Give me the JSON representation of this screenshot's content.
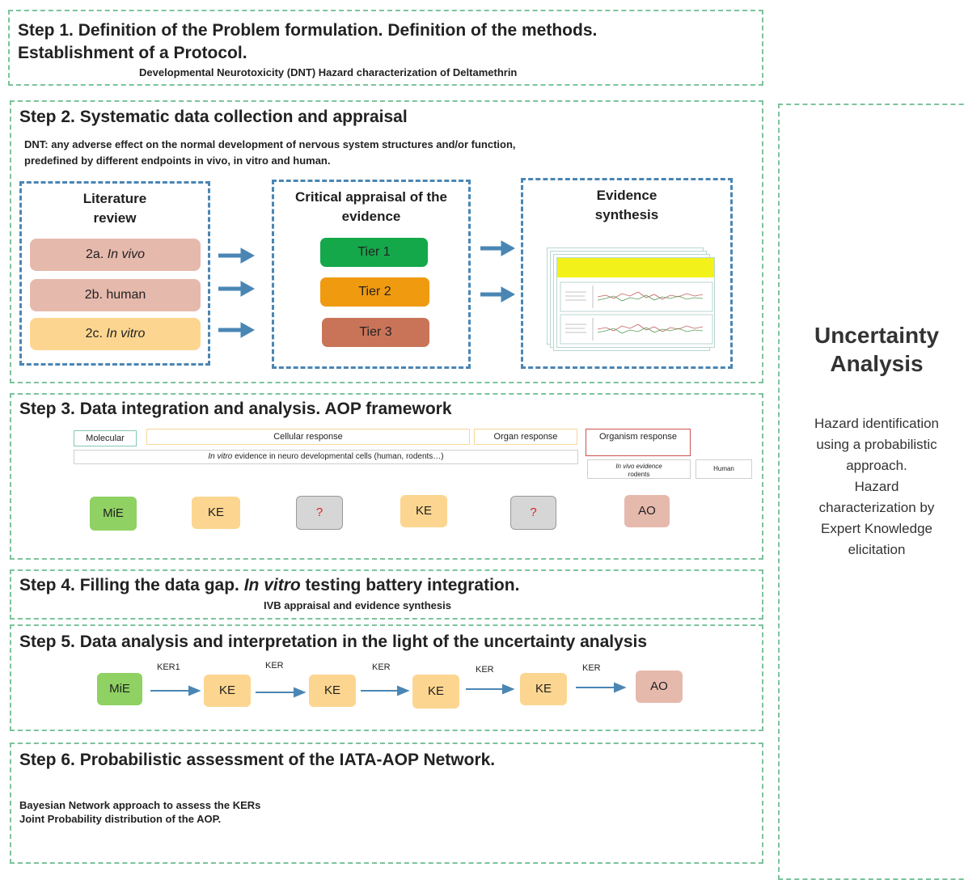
{
  "step1": {
    "title_line1": "Step 1. Definition of the Problem formulation. Definition of the methods.",
    "title_line2": "Establishment of a Protocol.",
    "subtitle": "Developmental Neurotoxicity (DNT) Hazard characterization of Deltamethrin"
  },
  "step2": {
    "title": "Step 2. Systematic data collection and appraisal",
    "desc_line1": "DNT: any adverse effect on the normal development of nervous system structures and/or function,",
    "desc_line2": "predefined by different endpoints in vivo, in vitro and human.",
    "literature": {
      "title_line1": "Literature",
      "title_line2": "review",
      "items": [
        {
          "prefix": "2a. ",
          "label": "In vivo",
          "color": "#e6b9ad"
        },
        {
          "prefix": "2b. ",
          "label": "human",
          "color": "#e6b9ad"
        },
        {
          "prefix": "2c. ",
          "label": "In vitro",
          "color": "#fcd690"
        }
      ]
    },
    "appraisal": {
      "title_line1": "Critical appraisal of the",
      "title_line2": "evidence",
      "tiers": [
        {
          "label": "Tier 1",
          "color": "#14a84a"
        },
        {
          "label": "Tier 2",
          "color": "#f09a10"
        },
        {
          "label": "Tier 3",
          "color": "#c97459"
        }
      ]
    },
    "synthesis": {
      "title_line1": "Evidence",
      "title_line2": "synthesis"
    }
  },
  "step3": {
    "title": "Step 3. Data integration and analysis. AOP framework",
    "headers": {
      "molecular": "Molecular",
      "cellular": "Cellular response",
      "organ": "Organ response",
      "organism": "Organism response",
      "in_vitro_prefix": "In vitro",
      "in_vitro_rest": " evidence in neuro developmental cells (human, rodents…)",
      "in_vivo_line1": "In vivo evidence",
      "in_vivo_line2": "rodents",
      "human": "Human"
    },
    "nodes": [
      {
        "label": "MiE",
        "color": "#8fd163"
      },
      {
        "label": "KE",
        "color": "#fcd690"
      },
      {
        "label": "?",
        "color": "#d6d6d6"
      },
      {
        "label": "KE",
        "color": "#fcd690"
      },
      {
        "label": "?",
        "color": "#d6d6d6"
      },
      {
        "label": "AO",
        "color": "#e6b9ad"
      }
    ]
  },
  "step4": {
    "title_a": "Step 4. Filling  the data gap. ",
    "title_b": "In vitro",
    "title_c": " testing battery integration.",
    "subtitle": "IVB appraisal and evidence synthesis"
  },
  "step5": {
    "title": "Step 5. Data analysis and interpretation in the light of the uncertainty analysis",
    "nodes": [
      {
        "label": "MiE",
        "color": "#8fd163"
      },
      {
        "label": "KE",
        "color": "#fcd690"
      },
      {
        "label": "KE",
        "color": "#fcd690"
      },
      {
        "label": "KE",
        "color": "#fcd690"
      },
      {
        "label": "KE",
        "color": "#fcd690"
      },
      {
        "label": "AO",
        "color": "#e6b9ad"
      }
    ],
    "edges": [
      "KER1",
      "KER",
      "KER",
      "KER",
      "KER"
    ]
  },
  "step6": {
    "title": "Step 6. Probabilistic assessment of the IATA-AOP Network.",
    "line1": "Bayesian Network approach to assess the KERs",
    "line2": "Joint Probability distribution of the AOP."
  },
  "uncertainty": {
    "title_line1": "Uncertainty",
    "title_line2": "Analysis",
    "desc": [
      "Hazard identification",
      "using a probabilistic",
      "approach.",
      "Hazard",
      "characterization by",
      "Expert Knowledge",
      "elicitation"
    ]
  },
  "colors": {
    "dash_green": "#7cc39b",
    "dash_blue": "#4a86b4",
    "arrow": "#4a86b4"
  }
}
